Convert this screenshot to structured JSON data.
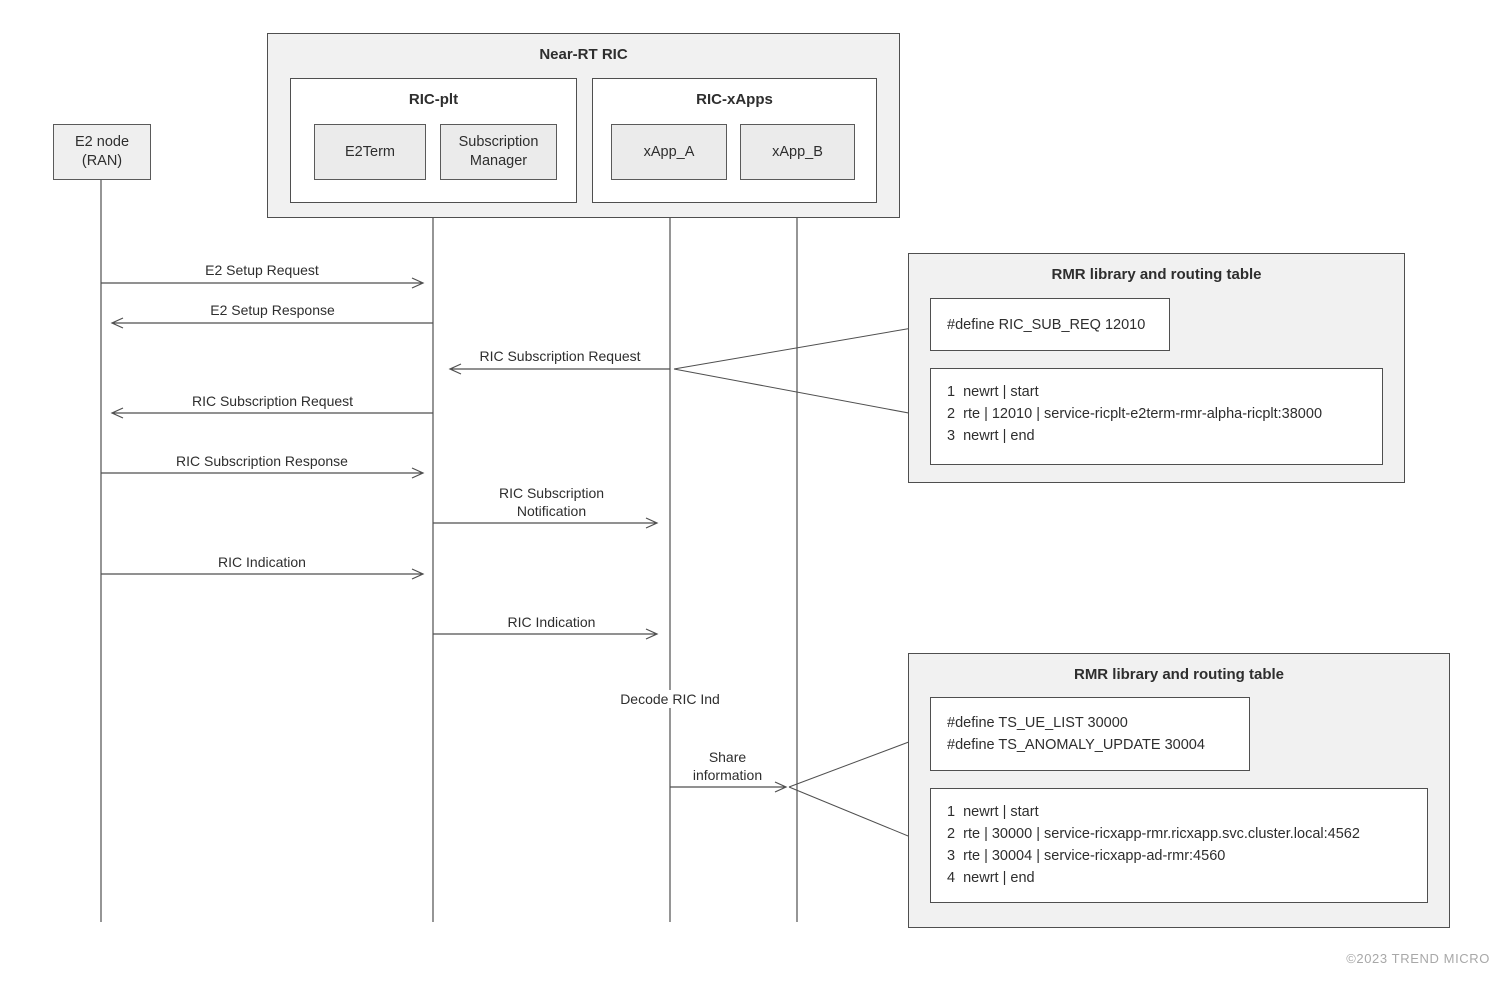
{
  "near_rt_ric": {
    "title": "Near-RT RIC",
    "ric_plt": {
      "title": "RIC-plt",
      "e2term": "E2Term",
      "sub_manager": "Subscription\nManager"
    },
    "ric_xapps": {
      "title": "RIC-xApps",
      "xapp_a": "xApp_A",
      "xapp_b": "xApp_B"
    }
  },
  "e2_node": "E2 node\n(RAN)",
  "messages": {
    "e2_setup_request": "E2 Setup Request",
    "e2_setup_response": "E2 Setup Response",
    "ric_subscription_request_xapp": "RIC Subscription Request",
    "ric_subscription_request_e2": "RIC Subscription Request",
    "ric_subscription_response": "RIC Subscription Response",
    "ric_subscription_notification": "RIC Subscription\nNotification",
    "ric_indication_e2": "RIC Indication",
    "ric_indication_xapp": "RIC Indication",
    "decode_ric_ind": "Decode RIC Ind",
    "share_information": "Share\ninformation"
  },
  "rmr_top": {
    "title": "RMR library and routing table",
    "define_lines": [
      "#define RIC_SUB_REQ 12010"
    ],
    "routing_lines": [
      "1  newrt | start",
      "2  rte | 12010 | service-ricplt-e2term-rmr-alpha-ricplt:38000",
      "3  newrt | end"
    ]
  },
  "rmr_bottom": {
    "title": "RMR library and routing table",
    "define_lines": [
      "#define TS_UE_LIST 30000",
      "#define TS_ANOMALY_UPDATE 30004"
    ],
    "routing_lines": [
      "1  newrt | start",
      "2  rte | 30000 | service-ricxapp-rmr.ricxapp.svc.cluster.local:4562",
      "3  rte | 30004 | service-ricxapp-ad-rmr:4560",
      "4  newrt | end"
    ]
  },
  "footer": {
    "copyright": "©2023 TREND MICRO"
  }
}
